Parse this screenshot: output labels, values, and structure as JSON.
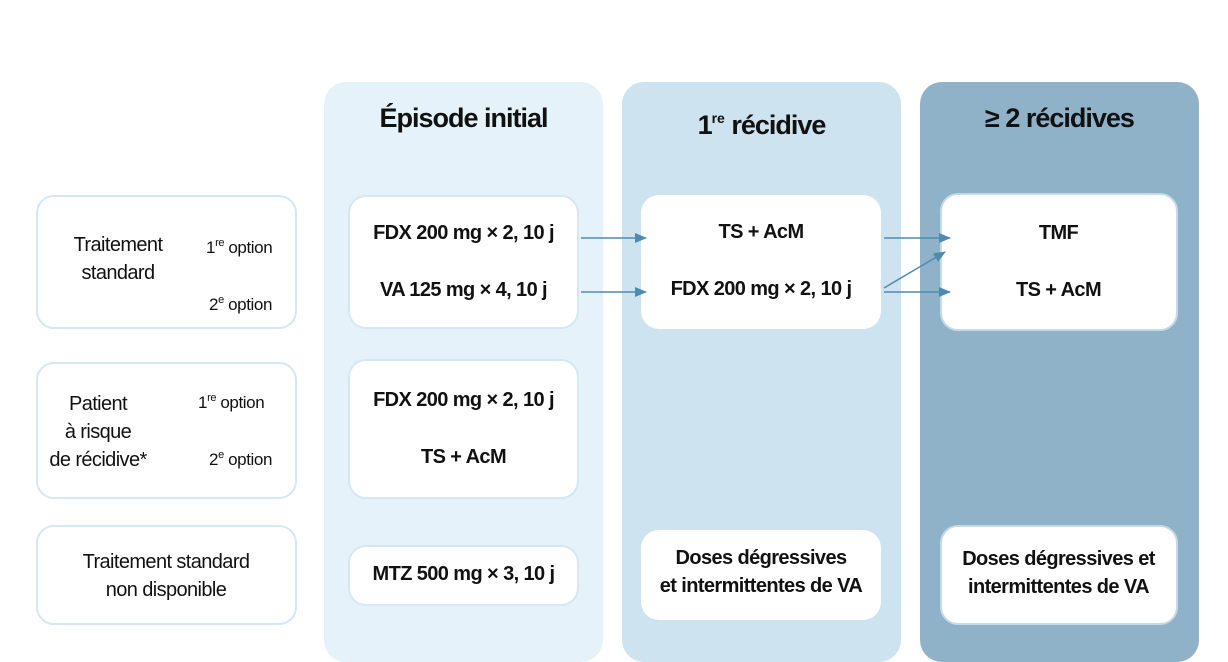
{
  "columns": [
    {
      "title": "Épisode initial"
    },
    {
      "title_sup": "re",
      "title_pre": "1",
      "title_post": " récidive"
    },
    {
      "title": "≥ 2 récidives"
    }
  ],
  "rows": {
    "standard": {
      "label": [
        "Traitement",
        "standard"
      ],
      "opt1": {
        "num": "1",
        "sup": "re",
        "text": " option"
      },
      "opt2": {
        "num": "2",
        "sup": "e",
        "text": " option"
      },
      "initial": [
        "FDX 200 mg × 2, 10 j",
        "VA 125 mg × 4, 10 j"
      ],
      "recidive1": [
        "TS + AcM",
        "FDX 200 mg × 2, 10 j"
      ],
      "recidive2": [
        "TMF",
        "TS + AcM"
      ]
    },
    "risque": {
      "label": [
        "Patient",
        "à risque",
        "de récidive*"
      ],
      "opt1": {
        "num": "1",
        "sup": "re",
        "text": " option"
      },
      "opt2": {
        "num": "2",
        "sup": "e",
        "text": " option"
      },
      "initial": [
        "FDX 200 mg × 2, 10 j",
        "TS + AcM"
      ]
    },
    "indispo": {
      "label": [
        "Traitement standard",
        "non disponible"
      ],
      "initial": [
        "MTZ 500 mg × 3, 10 j"
      ],
      "recidive1": [
        "Doses dégressives",
        "et intermittentes de VA"
      ],
      "recidive2": [
        "Doses dégressives et",
        "intermittentes de VA"
      ]
    }
  },
  "colors": {
    "col1": "#e6f2f9",
    "col2": "#cde3f0",
    "col3": "#8fb2c9",
    "arrow": "#4f8bb0",
    "outline": "#d4e7f3"
  }
}
